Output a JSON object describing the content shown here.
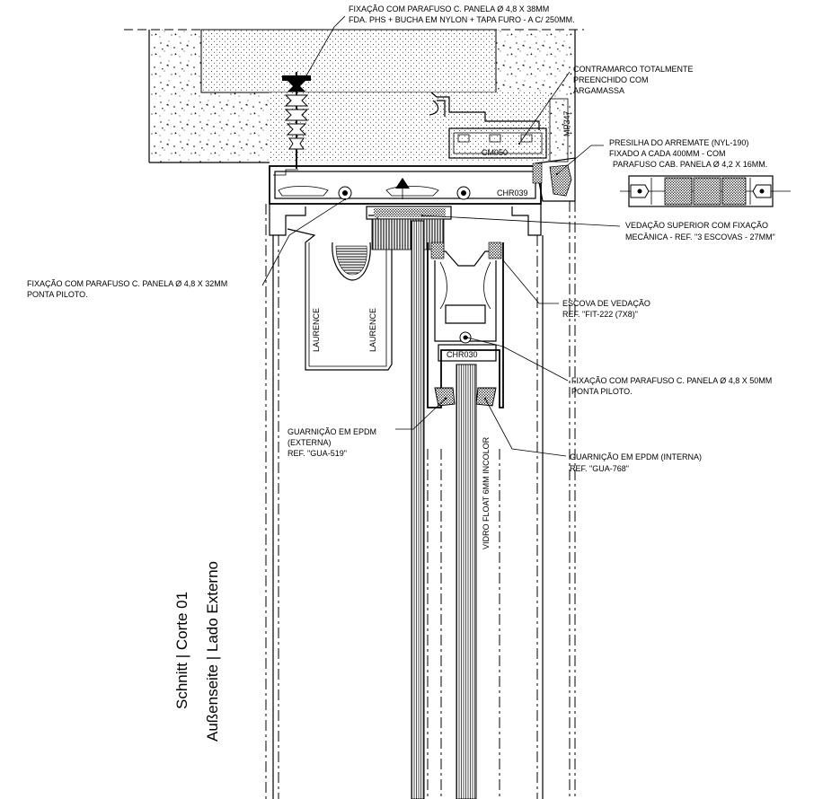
{
  "annotations": {
    "fixacao_topo_l1": "FIXAÇÃO COM PARAFUSO C. PANELA Ø 4,8 X 38MM",
    "fixacao_topo_l2": "FDA. PHS + BUCHA EM NYLON + TAPA FURO - A C/ 250MM.",
    "contramarco_l1": "CONTRAMARCO TOTALMENTE",
    "contramarco_l2": "PREENCHIDO COM",
    "contramarco_l3": "ARGAMASSA",
    "presilha_l1": "PRESILHA DO ARREMATE (NYL-190)",
    "presilha_l2": "FIXADO A CADA 400MM - COM",
    "presilha_l3": "PARAFUSO CAB. PANELA Ø 4,2 X 16MM.",
    "vedacao_l1": "VEDAÇÃO SUPERIOR COM FIXAÇÃO",
    "vedacao_l2": "MECÂNICA - REF. \"3 ESCOVAS - 27MM\"",
    "fixacao_esq_l1": "FIXAÇÃO COM PARAFUSO C. PANELA Ø 4,8 X 32MM",
    "fixacao_esq_l2": "PONTA PILOTO.",
    "escova_l1": "ESCOVA DE VEDAÇÃO",
    "escova_l2": "REF. \"FIT-222 (7X8)\"",
    "fixacao_dir_l1": "FIXAÇÃO COM PARAFUSO C. PANELA Ø 4,8 X 50MM",
    "fixacao_dir_l2": "PONTA PILOTO.",
    "guarnicao_ext_l1": "GUARNIÇÃO EM EPDM",
    "guarnicao_ext_l2": "(EXTERNA)",
    "guarnicao_ext_l3": "REF. \"GUA-519\"",
    "guarnicao_int_l1": "GUARNIÇÃO EM EPDM (INTERNA)",
    "guarnicao_int_l2": "REF. \"GUA-768\"",
    "vidro": "VIDRO FLOAT 6MM INCOLOR"
  },
  "profile_codes": {
    "cm050": "CM050",
    "mp347": "MP347",
    "chr039": "CHR039",
    "chr030": "CHR030",
    "brand_a": "LAURENCE",
    "brand_b": "LAURENCE"
  },
  "title": {
    "line1": "Schnitt | Corte 01",
    "line2": "Außenseite | Lado Externo"
  }
}
